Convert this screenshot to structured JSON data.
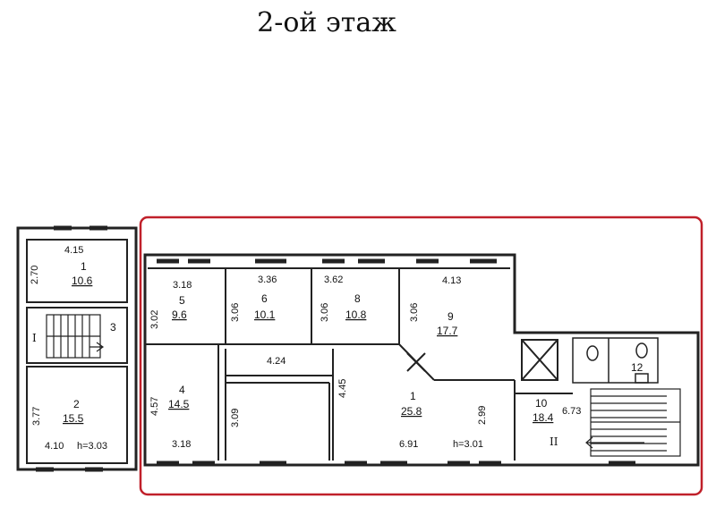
{
  "title": "2-ой этаж",
  "highlight_color": "#c0202a",
  "left_block": {
    "room_1": {
      "number": "1",
      "area": "10.6",
      "width": "4.15",
      "length": "2.70"
    },
    "stair_I": "I",
    "room_3": "3",
    "room_2": {
      "number": "2",
      "area": "15.5",
      "width": "4.10",
      "length": "3.77",
      "height": "h=3.03"
    }
  },
  "main_block": {
    "room_5": {
      "number": "5",
      "area": "9.6",
      "width": "3.18",
      "length": "3.02"
    },
    "room_6": {
      "number": "6",
      "area": "10.1",
      "width": "3.36",
      "length": "3.06"
    },
    "room_8": {
      "number": "8",
      "area": "10.8",
      "width": "3.62",
      "length": "3.06"
    },
    "room_9": {
      "number": "9",
      "area": "17.7",
      "width": "4.13",
      "length": "3.06"
    },
    "room_4": {
      "number": "4",
      "area": "14.5",
      "width": "3.18",
      "length": "4.57"
    },
    "corridor_width": "4.24",
    "middle_room_length": "3.09",
    "room_1": {
      "number": "1",
      "area": "25.8",
      "width": "6.91",
      "length": "4.45",
      "right_length": "2.99",
      "height": "h=3.01"
    },
    "room_10": {
      "number": "10",
      "area": "18.4",
      "width": "6.73"
    },
    "room_12": "12",
    "stair_II": "II"
  }
}
